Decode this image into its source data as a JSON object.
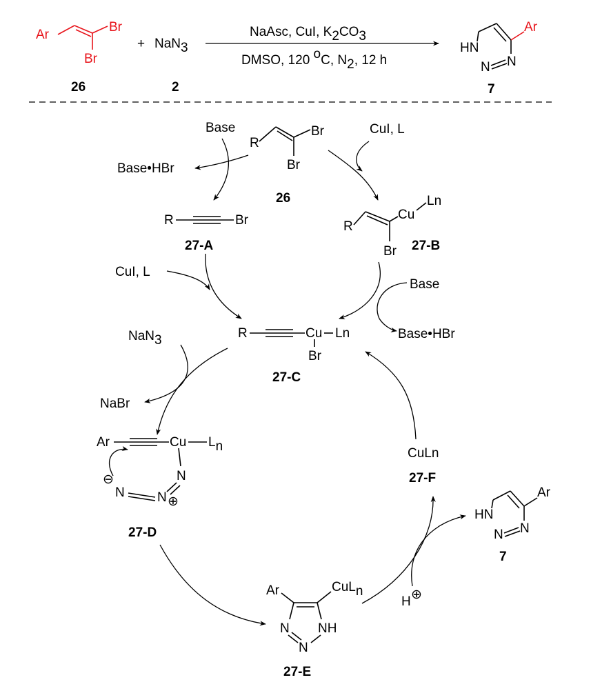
{
  "top": {
    "ar": "Ar",
    "br1": "Br",
    "br2": "Br",
    "label_26": "26",
    "plus": "+",
    "nan3_base": "NaN",
    "nan3_sub": "3",
    "label_2": "2",
    "cond1_a": "NaAsc, CuI, K",
    "cond1_sub": "2",
    "cond1_b": "CO",
    "cond1_sub2": "3",
    "cond2_a": "DMSO, 120 ",
    "cond2_sup": "o",
    "cond2_b": "C, N",
    "cond2_sub": "2",
    "cond2_c": ", 12 h",
    "prod_ar": "Ar",
    "prod_hn": "HN",
    "prod_n1": "N",
    "prod_n2": "N",
    "prod_eq": "=",
    "label_7": "7"
  },
  "cycle": {
    "base_top": "Base",
    "basehbr_left": "Base•HBr",
    "r_26": "R",
    "br_26a": "Br",
    "br_26b": "Br",
    "label_26": "26",
    "cui_top": "CuI, L",
    "r_27a": "R",
    "br_27a": "Br",
    "label_27a": "27-A",
    "r_27b": "R",
    "cu_27b": "Cu",
    "ln_27b": "Ln",
    "br_27b": "Br",
    "label_27b": "27-B",
    "cui_left": "CuI, L",
    "base_right": "Base",
    "basehbr_right": "Base•HBr",
    "r_27c": "R",
    "cu_27c": "Cu",
    "ln_27c": "Ln",
    "br_27c": "Br",
    "label_27c": "27-C",
    "nan3_base": "NaN",
    "nan3_sub": "3",
    "nabr": "NaBr",
    "ar_27d": "Ar",
    "cu_27d": "Cu",
    "l_27d": "L",
    "l_27d_sub": "n",
    "minus": "⊖",
    "n_a": "N",
    "n_b": "N",
    "n_c": "N",
    "plus": "⊕",
    "label_27d": "27-D",
    "culn_27f": "CuLn",
    "label_27f": "27-F",
    "ar_7": "Ar",
    "hn_7": "HN",
    "n_7a": "N",
    "n_7b": "N",
    "label_7": "7",
    "h_plus": "H",
    "h_plus_sign": "⊕",
    "ar_27e": "Ar",
    "cul_27e": "CuL",
    "cul_27e_sub": "n",
    "n_27ea": "N",
    "n_27eb": "N",
    "nh_27e": "NH",
    "label_27e": "27-E"
  }
}
